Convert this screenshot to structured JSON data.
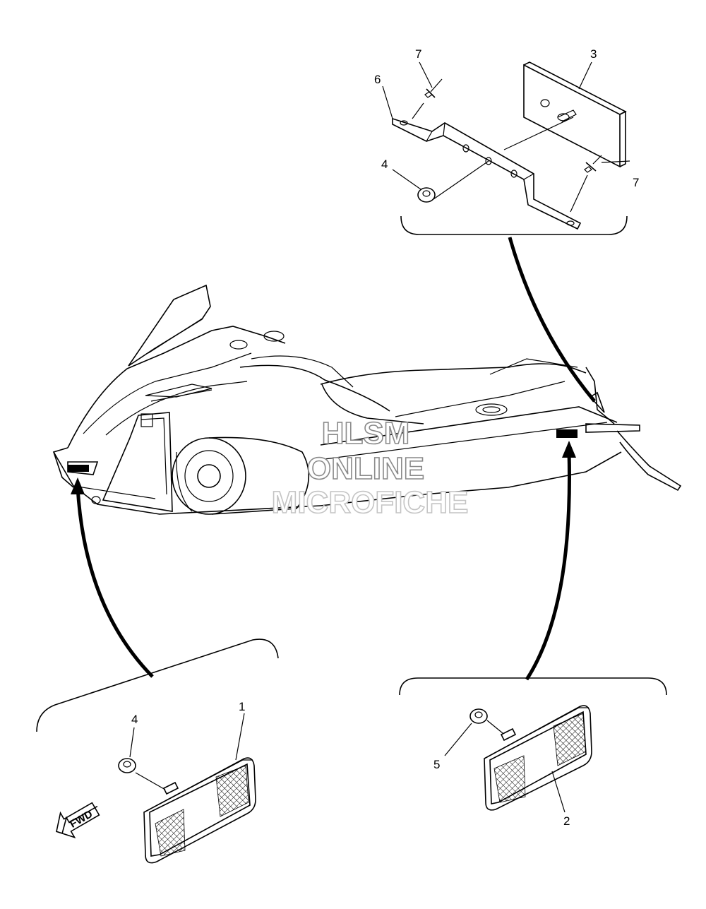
{
  "watermark": {
    "line1": "HLSM",
    "line2": "ONLINE",
    "line3": "MICROFICHE"
  },
  "callouts": [
    {
      "id": "c1",
      "label": "1"
    },
    {
      "id": "c2",
      "label": "2"
    },
    {
      "id": "c3",
      "label": "3"
    },
    {
      "id": "c4a",
      "label": "4"
    },
    {
      "id": "c4b",
      "label": "4"
    },
    {
      "id": "c5",
      "label": "5"
    },
    {
      "id": "c6",
      "label": "6"
    },
    {
      "id": "c7a",
      "label": "7"
    },
    {
      "id": "c7b",
      "label": "7"
    }
  ],
  "direction_marker": {
    "label": "FWD"
  },
  "colors": {
    "line": "#000000",
    "watermark_stroke": "#8a8a8a",
    "background": "#ffffff"
  }
}
